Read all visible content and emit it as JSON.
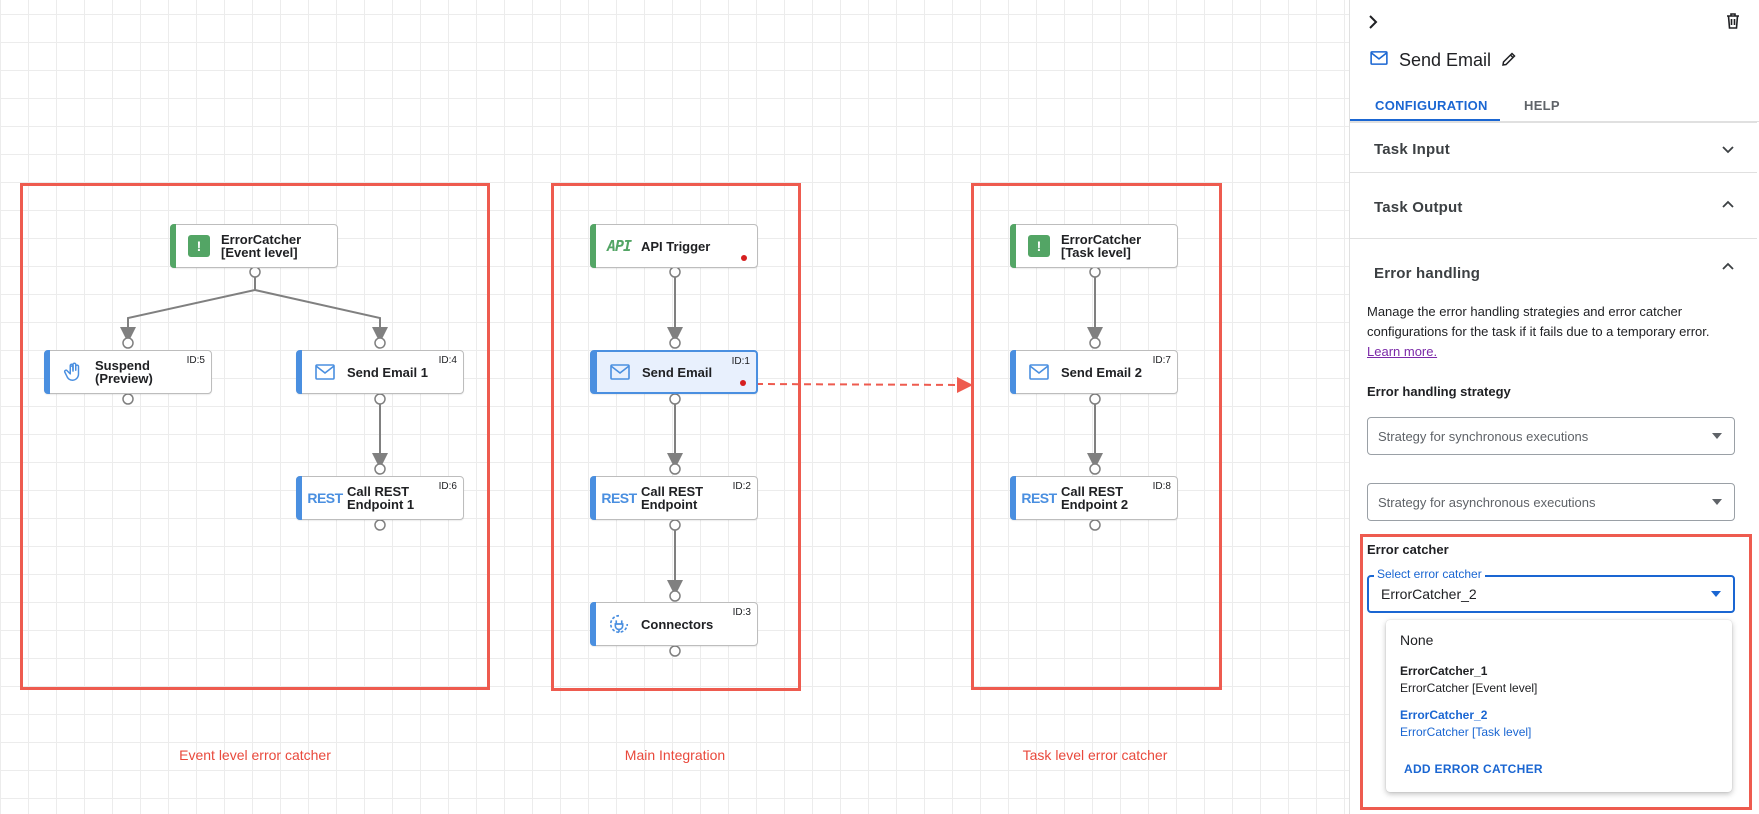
{
  "canvas": {
    "groups": [
      {
        "label": "Event level error catcher"
      },
      {
        "label": "Main Integration"
      },
      {
        "label": "Task level error catcher"
      }
    ],
    "nodes": {
      "ec_event": {
        "line1": "ErrorCatcher",
        "line2": "[Event level]",
        "icon": "error-catcher-icon"
      },
      "suspend": {
        "line1": "Suspend",
        "line2": "(Preview)",
        "id": "ID:5",
        "icon": "hand-icon"
      },
      "send_email_1": {
        "line1": "Send Email 1",
        "id": "ID:4",
        "icon": "mail-icon"
      },
      "rest_1": {
        "line1": "Call REST",
        "line2": "Endpoint 1",
        "id": "ID:6",
        "icon": "rest-icon"
      },
      "api_trigger": {
        "line1": "API Trigger",
        "icon": "api-icon",
        "icon_text": "API"
      },
      "send_email": {
        "line1": "Send Email",
        "id": "ID:1",
        "icon": "mail-icon"
      },
      "rest": {
        "line1": "Call REST",
        "line2": "Endpoint",
        "id": "ID:2",
        "icon": "rest-icon"
      },
      "connectors": {
        "line1": "Connectors",
        "id": "ID:3",
        "icon": "connectors-icon"
      },
      "ec_task": {
        "line1": "ErrorCatcher",
        "line2": "[Task level]",
        "icon": "error-catcher-icon"
      },
      "send_email_2": {
        "line1": "Send Email 2",
        "id": "ID:7",
        "icon": "mail-icon"
      },
      "rest_2": {
        "line1": "Call REST",
        "line2": "Endpoint 2",
        "id": "ID:8",
        "icon": "rest-icon"
      }
    },
    "rest_icon_text": "REST",
    "error_badge_text": "!",
    "colors": {
      "group_border": "#ee5b4f",
      "green_accent": "#53a565",
      "blue_accent": "#4a8fe0",
      "selected_bg": "#e8f0fd",
      "dot_red": "#d61f1f"
    }
  },
  "panel": {
    "title": "Send Email",
    "title_icon": "mail-icon",
    "tabs": [
      {
        "label": "CONFIGURATION",
        "active": true
      },
      {
        "label": "HELP",
        "active": false
      }
    ],
    "sections": {
      "task_input": "Task Input",
      "task_output": "Task Output",
      "error_handling": "Error handling"
    },
    "error_handling": {
      "description": "Manage the error handling strategies and error catcher configurations for the task if it fails due to a temporary error.",
      "learn_more": "Learn more.",
      "strategy_label": "Error handling strategy",
      "sync_placeholder": "Strategy for synchronous executions",
      "async_placeholder": "Strategy for asynchronous executions",
      "catcher_label": "Error catcher",
      "select_label": "Select error catcher",
      "selected_value": "ErrorCatcher_2",
      "options": {
        "none": "None",
        "opt1_name": "ErrorCatcher_1",
        "opt1_sub": "ErrorCatcher [Event level]",
        "opt2_name": "ErrorCatcher_2",
        "opt2_sub": "ErrorCatcher [Task level]"
      },
      "add_button": "ADD ERROR CATCHER"
    },
    "colors": {
      "accent": "#1a66d2",
      "link": "#7b2aa8",
      "highlight_box": "#ee5b4f"
    }
  }
}
